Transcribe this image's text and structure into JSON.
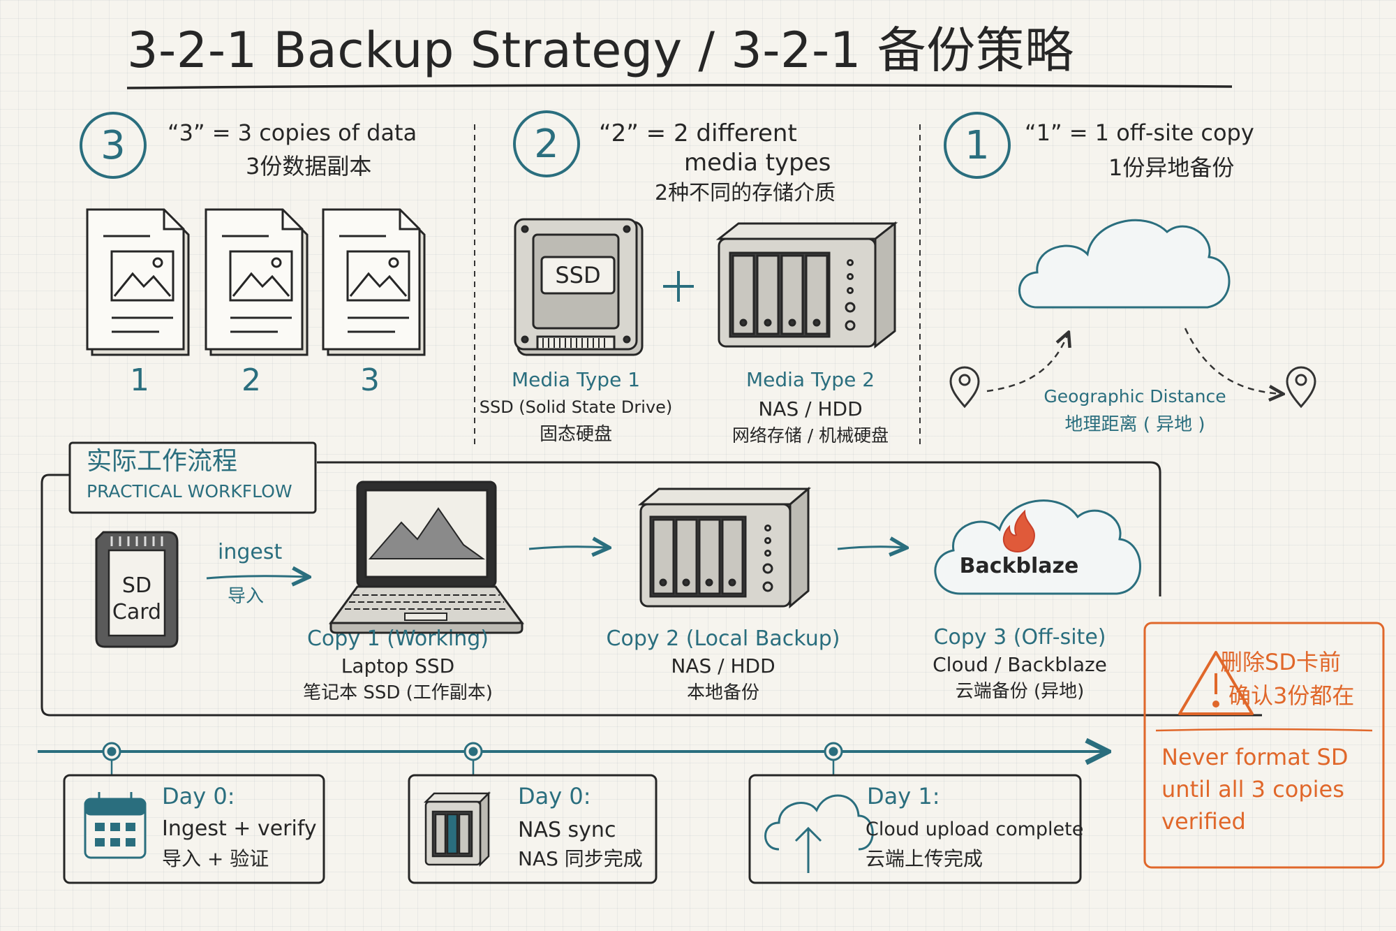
{
  "title": "3-2-1  Backup  Strategy / 3-2-1 备份策略",
  "colors": {
    "ink": "#262626",
    "teal": "#2a6e7e",
    "orange": "#e0672a",
    "paper": "#f6f4ee"
  },
  "rules": {
    "three": {
      "badge": "3",
      "line_en": "“3” = 3 copies of data",
      "line_zh": "3份数据副本",
      "copies": [
        "1",
        "2",
        "3"
      ]
    },
    "two": {
      "badge": "2",
      "line_en1": "“2” =  2 different",
      "line_en2": "media types",
      "line_zh": "2种不同的存储介质",
      "ssd_label": "SSD",
      "media1": {
        "title": "Media Type 1",
        "desc": "SSD (Solid State Drive)",
        "zh": "固态硬盘"
      },
      "plus": "+",
      "media2": {
        "title": "Media Type 2",
        "desc": "NAS / HDD",
        "zh": "网络存储 / 机械硬盘"
      }
    },
    "one": {
      "badge": "1",
      "line_en": "“1” = 1 off-site copy",
      "line_zh": "1份异地备份",
      "distance_en": "Geographic  Distance",
      "distance_zh": "地理距离 ( 异地 )"
    }
  },
  "workflow": {
    "label_zh": "实际工作流程",
    "label_en": "PRACTICAL  WORKFLOW",
    "sd_card": [
      "SD",
      "Card"
    ],
    "ingest_en": "ingest",
    "ingest_zh": "导入",
    "copy1": {
      "title": "Copy 1 (Working)",
      "desc": "Laptop SSD",
      "zh": "笔记本 SSD (工作副本)"
    },
    "copy2": {
      "title": "Copy 2 (Local Backup)",
      "desc": "NAS / HDD",
      "zh": "本地备份"
    },
    "copy3": {
      "title": "Copy 3 (Off-site)",
      "desc": "Cloud / Backblaze",
      "zh": "云端备份 (异地)",
      "brand": "Backblaze"
    }
  },
  "timeline": [
    {
      "day": "Day 0:",
      "en": "Ingest + verify",
      "zh": "导入 + 验证",
      "icon": "calendar-icon"
    },
    {
      "day": "Day 0:",
      "en": "NAS sync",
      "zh": "NAS 同步完成",
      "icon": "nas-icon"
    },
    {
      "day": "Day 1:",
      "en": "Cloud upload complete",
      "zh": "云端上传完成",
      "icon": "cloud-upload-icon"
    }
  ],
  "warning": {
    "zh1": "删除SD卡前",
    "zh2": "确认3份都在",
    "en1": "Never format SD",
    "en2": "until all 3 copies",
    "en3": "verified"
  }
}
